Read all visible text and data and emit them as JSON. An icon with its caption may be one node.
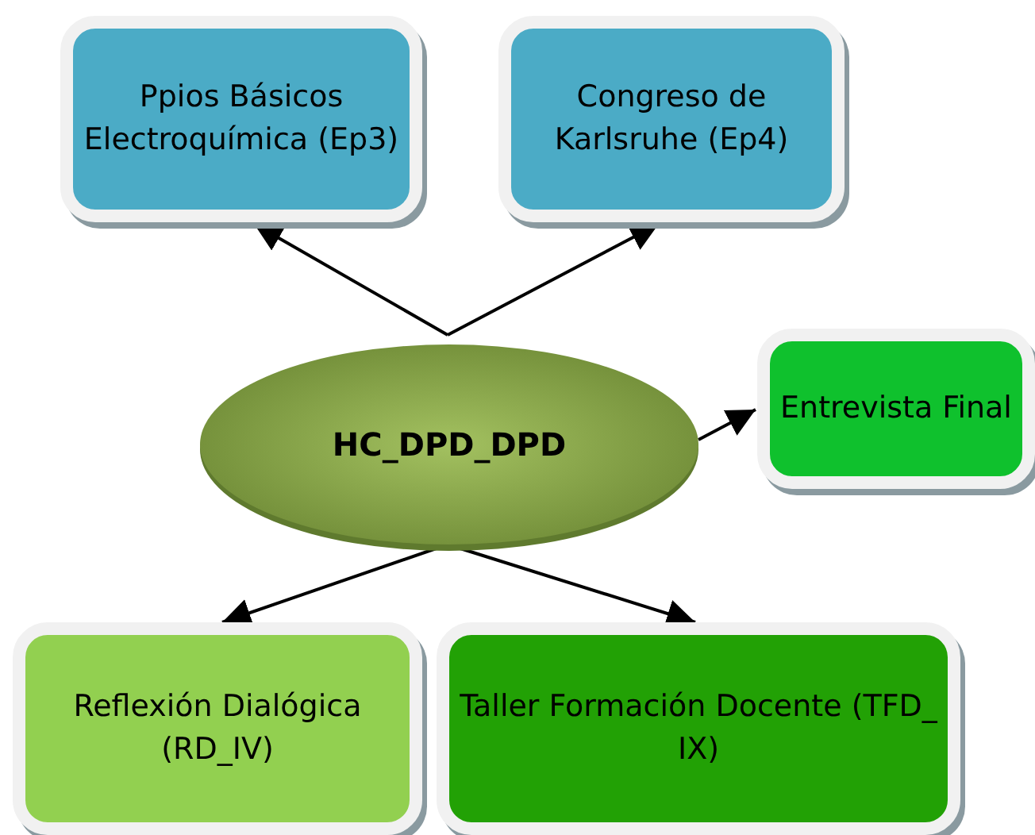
{
  "diagram": {
    "nodes": [
      {
        "text": [
          "HC_DPD_DPD"
        ]
      },
      {
        "text": [
          "Ppios Básicos Electroquímica (Ep3)"
        ]
      },
      {
        "text": [
          "Congreso de Karlsruhe (Ep4)"
        ]
      },
      {
        "text": [
          "Entrevista Final"
        ]
      },
      {
        "text": [
          "Reflexión Dialógica (RD_IV)"
        ]
      },
      {
        "text": [
          "Taller Formación Docente (TFD_ IX)"
        ]
      }
    ],
    "edges": [
      {
        "from": 0,
        "to": 1,
        "arrow": "to"
      },
      {
        "from": 0,
        "to": 2,
        "arrow": "to"
      },
      {
        "from": 0,
        "to": 3,
        "arrow": "to"
      },
      {
        "from": 0,
        "to": 4,
        "arrow": "to"
      },
      {
        "from": 0,
        "to": 5,
        "arrow": "to"
      }
    ]
  }
}
